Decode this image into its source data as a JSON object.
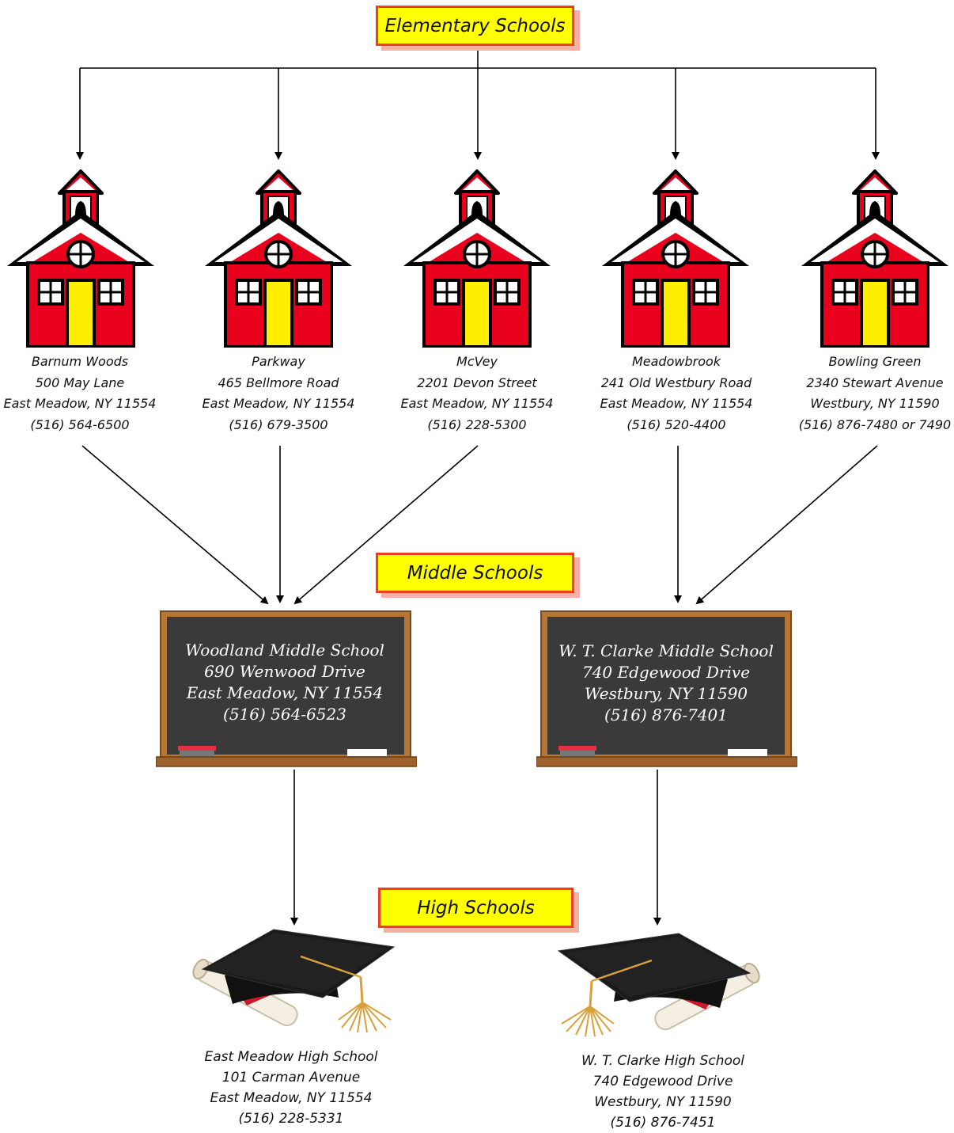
{
  "headings": {
    "elementary": "Elementary Schools",
    "middle": "Middle Schools",
    "high": "High Schools"
  },
  "elementary": [
    {
      "name": "Barnum Woods",
      "address": "500 May Lane",
      "city": "East Meadow, NY  11554",
      "phone": "(516) 564-6500"
    },
    {
      "name": "Parkway",
      "address": "465 Bellmore Road",
      "city": "East Meadow, NY  11554",
      "phone": "(516) 679-3500"
    },
    {
      "name": "McVey",
      "address": "2201 Devon Street",
      "city": "East Meadow, NY  11554",
      "phone": "(516) 228-5300"
    },
    {
      "name": "Meadowbrook",
      "address": "241 Old Westbury Road",
      "city": "East Meadow, NY  11554",
      "phone": "(516) 520-4400"
    },
    {
      "name": "Bowling Green",
      "address": "2340 Stewart Avenue",
      "city": "Westbury, NY  11590",
      "phone": "(516) 876-7480 or 7490"
    }
  ],
  "middle": [
    {
      "name": "Woodland Middle School",
      "address": "690 Wenwood Drive",
      "city": "East Meadow, NY 11554",
      "phone": "(516) 564-6523"
    },
    {
      "name": "W. T. Clarke Middle School",
      "address": "740 Edgewood Drive",
      "city": "Westbury, NY 11590",
      "phone": "(516) 876-7401"
    }
  ],
  "high": [
    {
      "name": "East Meadow High School",
      "address": "101 Carman Avenue",
      "city": "East Meadow, NY 11554",
      "phone": "(516) 228-5331"
    },
    {
      "name": "W. T. Clarke High School",
      "address": "740 Edgewood Drive",
      "city": "Westbury, NY 11590",
      "phone": "(516) 876-7451"
    }
  ],
  "colors": {
    "label_fill": "#ffff00",
    "label_border": "#f23c1e",
    "schoolhouse_red": "#e8001c",
    "door_yellow": "#ffee00",
    "chalkboard": "#3a3a3a",
    "board_frame": "#a0622d"
  },
  "icons": {
    "elementary": "schoolhouse-icon",
    "middle": "chalkboard-icon",
    "high": "graduation-cap-icon"
  }
}
